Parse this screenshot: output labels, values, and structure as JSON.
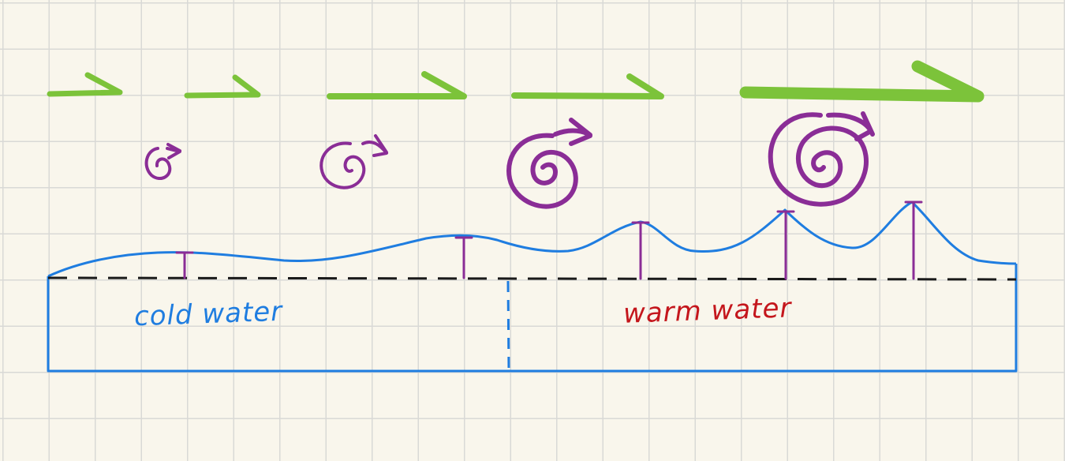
{
  "labels": {
    "cold": "cold water",
    "warm": "warm water"
  },
  "colors": {
    "background": "#f9f6ec",
    "grid": "#d9d9d6",
    "wind_arrow": "#7cc33a",
    "vortex": "#8a2d96",
    "water": "#1f7de0",
    "mean_level": "#1a1a1a",
    "cold_label": "#1f7de0",
    "warm_label": "#c4161c"
  },
  "icons": {
    "wind": "green-wind-arrow",
    "vortex": "purple-spiral"
  }
}
